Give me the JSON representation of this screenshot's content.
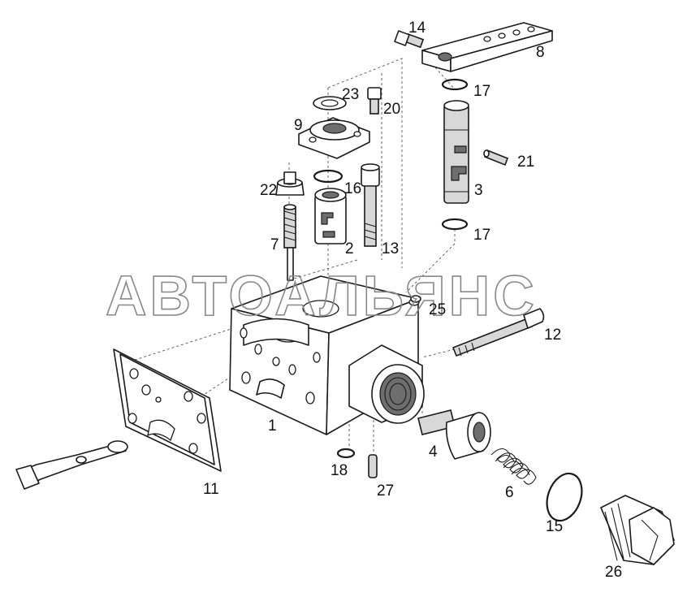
{
  "watermark": "АВТОАЛЬЯНС",
  "callouts": [
    {
      "id": "c1",
      "text": "1"
    },
    {
      "id": "c2",
      "text": "2"
    },
    {
      "id": "c3",
      "text": "3"
    },
    {
      "id": "c4",
      "text": "4"
    },
    {
      "id": "c6",
      "text": "6"
    },
    {
      "id": "c7",
      "text": "7"
    },
    {
      "id": "c8",
      "text": "8"
    },
    {
      "id": "c9",
      "text": "9"
    },
    {
      "id": "c11",
      "text": "11"
    },
    {
      "id": "c12",
      "text": "12"
    },
    {
      "id": "c13",
      "text": "13"
    },
    {
      "id": "c14",
      "text": "14"
    },
    {
      "id": "c15",
      "text": "15"
    },
    {
      "id": "c16",
      "text": "16"
    },
    {
      "id": "c17a",
      "text": "17"
    },
    {
      "id": "c17b",
      "text": "17"
    },
    {
      "id": "c18",
      "text": "18"
    },
    {
      "id": "c20",
      "text": "20"
    },
    {
      "id": "c21",
      "text": "21"
    },
    {
      "id": "c22",
      "text": "22"
    },
    {
      "id": "c23",
      "text": "23"
    },
    {
      "id": "c25",
      "text": "25"
    },
    {
      "id": "c26",
      "text": "26"
    },
    {
      "id": "c27",
      "text": "27"
    }
  ]
}
